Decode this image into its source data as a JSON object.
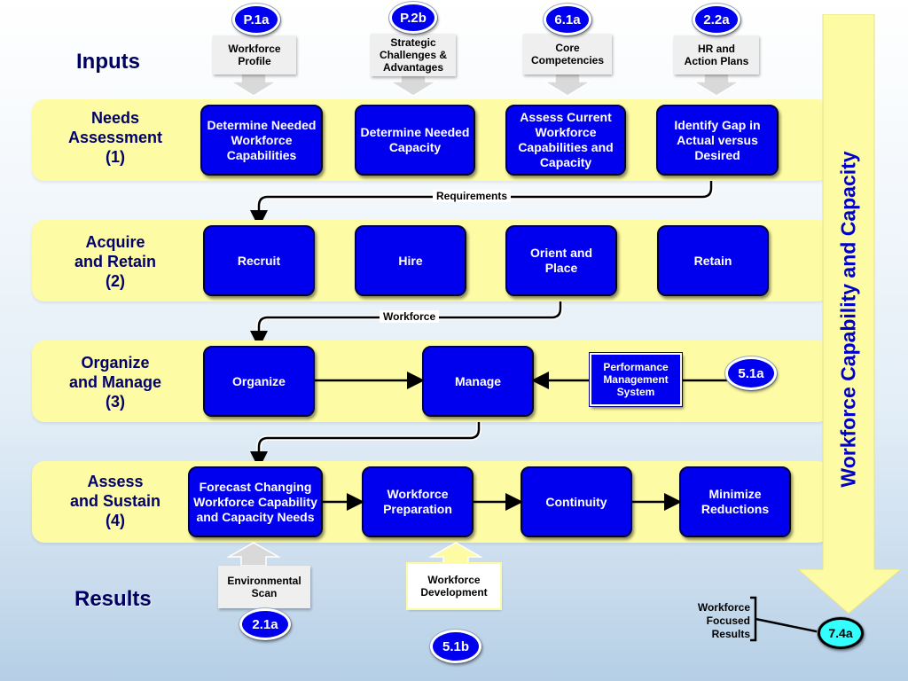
{
  "headings": {
    "inputs": "Inputs",
    "results": "Results"
  },
  "side_arrow_label": "Workforce Capability and Capacity",
  "input_badges": [
    {
      "id": "P.1a",
      "label": "Workforce Profile"
    },
    {
      "id": "P.2b",
      "label": "Strategic Challenges & Advantages"
    },
    {
      "id": "6.1a",
      "label": "Core Competencies"
    },
    {
      "id": "2.2a",
      "label": "HR and Action Plans"
    }
  ],
  "stages": [
    {
      "name": [
        "Needs",
        "Assessment",
        "(1)"
      ],
      "boxes": [
        "Determine Needed Workforce Capabilities",
        "Determine Needed Capacity",
        "Assess Current Workforce Capabilities and Capacity",
        "Identify Gap in Actual  versus Desired"
      ]
    },
    {
      "name": [
        "Acquire",
        "and Retain",
        "(2)"
      ],
      "boxes": [
        "Recruit",
        "Hire",
        "Orient and Place",
        "Retain"
      ]
    },
    {
      "name": [
        "Organize",
        "and Manage",
        "(3)"
      ],
      "boxes": [
        "Organize",
        "Manage"
      ]
    },
    {
      "name": [
        "Assess",
        "and Sustain",
        "(4)"
      ],
      "boxes": [
        "Forecast Changing Workforce Capability and Capacity Needs",
        "Workforce Preparation",
        "Continuity",
        "Minimize Reductions"
      ]
    }
  ],
  "connectors": {
    "requirements": "Requirements",
    "workforce": "Workforce"
  },
  "performance_system": {
    "label": "Performance Management System",
    "badge": "5.1a"
  },
  "results_inputs": [
    {
      "label": "Environmental Scan",
      "badge": "2.1a"
    },
    {
      "label": "Workforce Development",
      "badge": "5.1b"
    }
  ],
  "focused_results": {
    "label": "Workforce Focused Results",
    "badge": "7.4a"
  },
  "colors": {
    "box": "#0000ee",
    "band": "#fdfba3",
    "arrow": "#fdfba3",
    "result_badge": "#33ffff"
  }
}
